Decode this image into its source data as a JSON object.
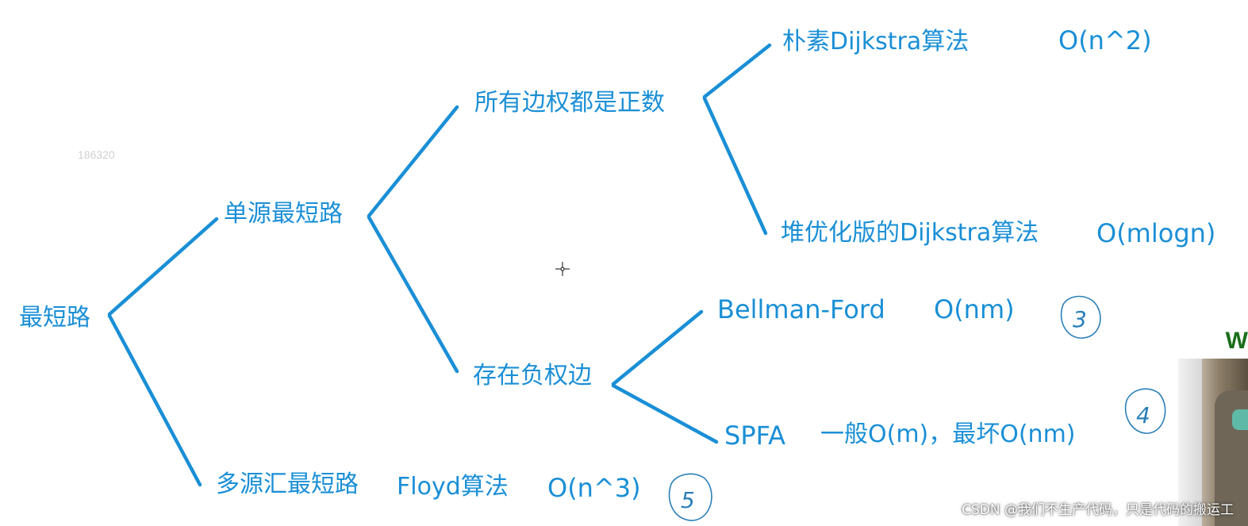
{
  "diagram": {
    "root": "最短路",
    "single_source": "单源最短路",
    "multi_source": "多源汇最短路",
    "all_positive": "所有边权都是正数",
    "has_negative": "存在负权边",
    "naive_dijkstra": "朴素Dijkstra算法",
    "naive_dijkstra_complexity": "O(n^2)",
    "heap_dijkstra": "堆优化版的Dijkstra算法",
    "heap_dijkstra_complexity": "O(mlogn)",
    "bellman_ford": "Bellman-Ford",
    "bellman_ford_complexity": "O(nm)",
    "spfa": "SPFA",
    "spfa_complexity": "一般O(m)，最坏O(nm)",
    "floyd": "Floyd算法",
    "floyd_complexity": "O(n^3)",
    "faint_number": "186320"
  },
  "annotations": {
    "circled_3": "3",
    "circled_4": "4",
    "circled_5": "5"
  },
  "overlay": {
    "watermark": "CSDN @我们不生产代码，只是代码的搬运工",
    "video_corner_letter": "W"
  },
  "colors": {
    "diagram_blue": "#1a8fd6",
    "line_blue": "#1a8fd6",
    "circle_blue": "#2a7fb8"
  },
  "icons": {
    "cursor": "crosshair-cursor-icon"
  }
}
